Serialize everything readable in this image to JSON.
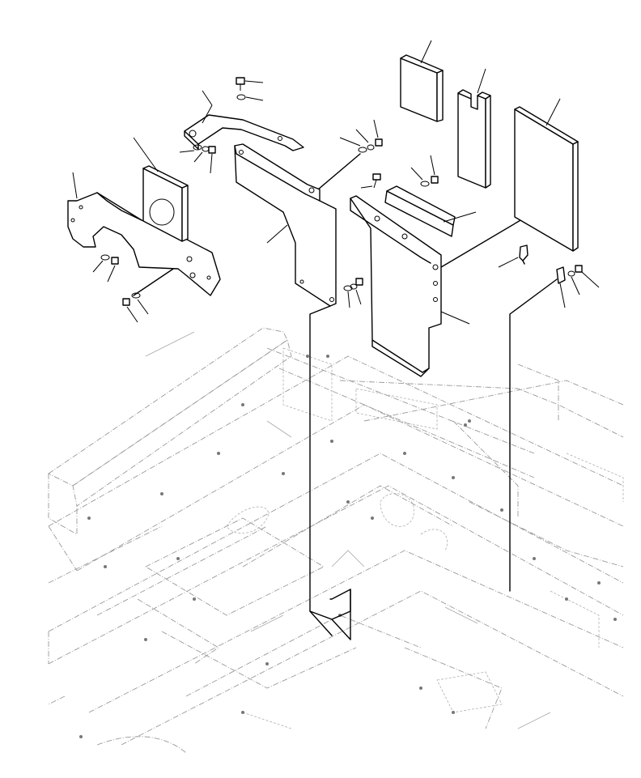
{
  "diagram": {
    "parts": [
      {
        "id": "heat-pad-small"
      },
      {
        "id": "heat-pad-notched"
      },
      {
        "id": "heat-pad-large"
      },
      {
        "id": "upper-bracket"
      },
      {
        "id": "left-cover-plate"
      },
      {
        "id": "insulation-block"
      },
      {
        "id": "center-cover-panel"
      },
      {
        "id": "right-cover-panel"
      },
      {
        "id": "foam-strip"
      },
      {
        "id": "clip"
      }
    ]
  }
}
